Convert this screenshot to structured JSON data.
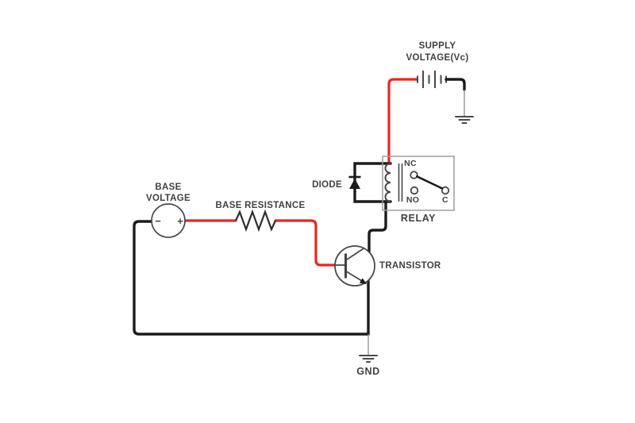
{
  "labels": {
    "supply_line1": "SUPPLY",
    "supply_line2": "VOLTAGE(Vc)",
    "base_voltage_line1": "BASE",
    "base_voltage_line2": "VOLTAGE",
    "base_resistance": "BASE RESISTANCE",
    "diode": "DIODE",
    "transistor": "TRANSISTOR",
    "relay": "RELAY",
    "gnd": "GND",
    "contact_nc": "NC",
    "contact_no": "NO",
    "contact_c": "C",
    "minus": "−",
    "plus": "+"
  },
  "colors": {
    "background": "#ffffff",
    "wire_red": "#e9261f",
    "wire_black": "#1c1c1c",
    "stroke_dark": "#48484a",
    "box_border": "#9d9d9d",
    "resistor_stroke": "#2e2e2e",
    "text": "#414042",
    "thin_wire": "#8c8c8c"
  }
}
